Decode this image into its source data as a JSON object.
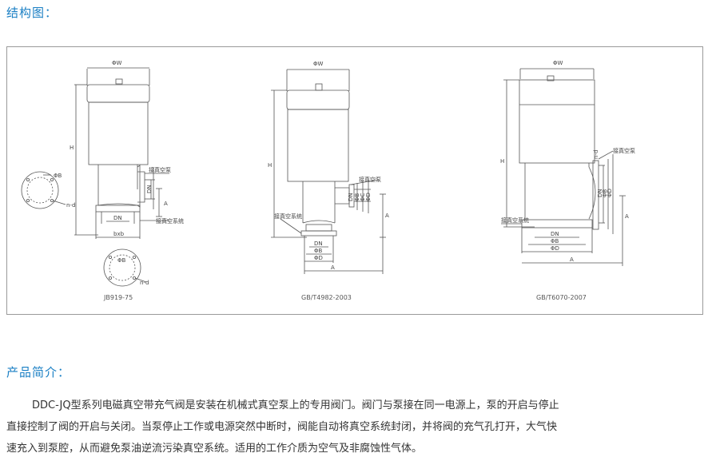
{
  "sections": {
    "structure_title": "结构图：",
    "intro_title": "产品简介："
  },
  "figures": [
    {
      "caption": "JB919-75",
      "labels": {
        "w": "ΦW",
        "h": "H",
        "dn": "DN",
        "a": "A",
        "b": "ΦB",
        "nd": "n-d",
        "bxb": "bxb",
        "pump": "接真空泵",
        "system": "接真空系统",
        "b2": "ΦB",
        "nd2": "n-d"
      }
    },
    {
      "caption": "GB/T4982-2003",
      "labels": {
        "w": "ΦW",
        "h": "H",
        "pump": "接真空泵",
        "system": "接真空系统",
        "dn": "DN",
        "d1": "ΦB",
        "d2": "ΦC",
        "d3": "ΦD",
        "a": "A",
        "dn2": "DN",
        "d4": "ΦB",
        "d5": "ΦD",
        "a2": "A"
      }
    },
    {
      "caption": "GB/T6070-2007",
      "labels": {
        "w": "ΦW",
        "h": "H",
        "pump": "接真空泵",
        "nd": "n-d",
        "system": "接真空系统",
        "dn": "DN",
        "d1": "ΦB",
        "d2": "ΦD",
        "a": "A",
        "dn2": "DN",
        "d3": "ΦB",
        "d4": "ΦD",
        "a2": "A"
      }
    }
  ],
  "intro": {
    "line1": "DDC-JQ型系列电磁真空带充气阀是安装在机械式真空泵上的专用阀门。阀门与泵接在同一电源上，泵的开启与停止",
    "line2": "直接控制了阀的开启与关闭。当泵停止工作或电源突然中断时，阀能自动将真空系统封闭，并将阀的充气孔打开，大气快",
    "line3": "速充入到泵腔，从而避免泵油逆流污染真空系统。适用的工作介质为空气及非腐蚀性气体。"
  }
}
